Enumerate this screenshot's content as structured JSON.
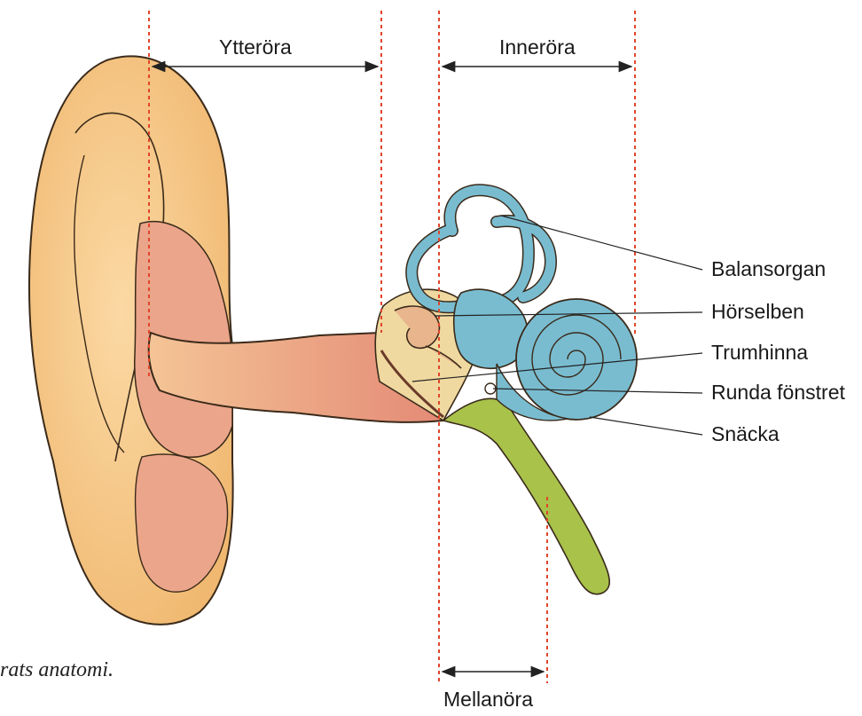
{
  "diagram": {
    "sections": {
      "outer": "Ytteröra",
      "inner": "Inneröra",
      "middle": "Mellanöra"
    },
    "parts": [
      "Balansorgan",
      "Hörselben",
      "Trumhinna",
      "Runda fönstret",
      "Snäcka"
    ],
    "caption": "rats anatomi.",
    "colors": {
      "ear_skin": "#f5c98a",
      "ear_outline": "#3a2a1a",
      "canal": "#e89a80",
      "inner_ear": "#79bcd0",
      "eustachian_tube": "#a8c24a",
      "divider": "#e0452b"
    }
  }
}
